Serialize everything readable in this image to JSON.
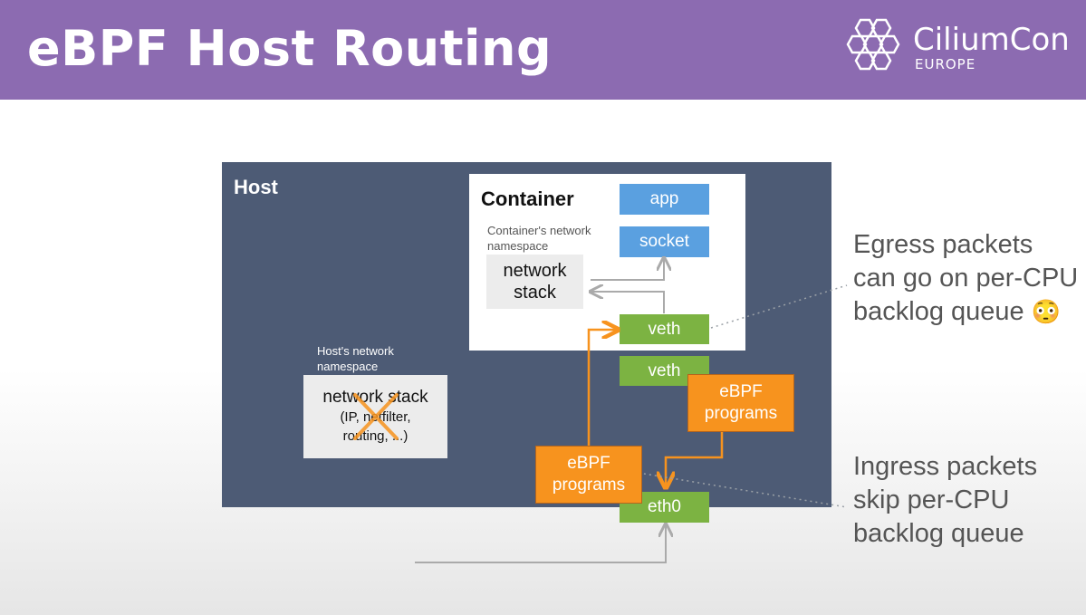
{
  "header": {
    "title": "eBPF Host Routing",
    "logo_text": "CiliumCon",
    "logo_subtext": "EUROPE",
    "bg_color": "#8c6bb1"
  },
  "diagram": {
    "host_label": "Host",
    "container_label": "Container",
    "container_ns_label": "Container's network\nnamespace",
    "container_stack_label": "network\nstack",
    "app_label": "app",
    "socket_label": "socket",
    "veth_container_label": "veth",
    "veth_host_label": "veth",
    "ebpf_upper_label": "eBPF\nprograms",
    "ebpf_lower_label": "eBPF\nprograms",
    "eth0_label": "eth0",
    "host_ns_label": "Host's network\nnamespace",
    "host_stack_line1": "network stack",
    "host_stack_line2": "(IP, netfilter,\nrouting, ...)",
    "colors": {
      "host_bg": "#4d5b75",
      "blue": "#5aa0e0",
      "green": "#7cb342",
      "orange": "#f7931e"
    }
  },
  "notes": {
    "egress": "Egress packets\ncan go on per-CPU\nbacklog queue",
    "egress_emoji": "😳",
    "ingress": "Ingress packets\nskip per-CPU\nbacklog queue"
  }
}
